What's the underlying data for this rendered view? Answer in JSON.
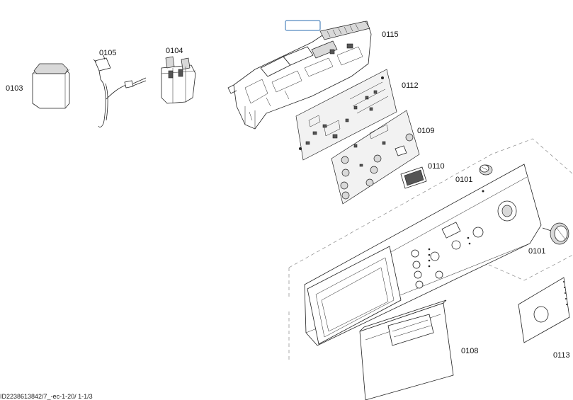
{
  "parts": [
    {
      "id": "0103",
      "label": "0103"
    },
    {
      "id": "0105",
      "label": "0105"
    },
    {
      "id": "0104",
      "label": "0104"
    },
    {
      "id": "0115",
      "label": "0115"
    },
    {
      "id": "0112",
      "label": "0112"
    },
    {
      "id": "0109",
      "label": "0109"
    },
    {
      "id": "0110",
      "label": "0110"
    },
    {
      "id": "0101a",
      "label": "0101"
    },
    {
      "id": "0101b",
      "label": "0101"
    },
    {
      "id": "0108",
      "label": "0108"
    },
    {
      "id": "0113",
      "label": "0113"
    }
  ],
  "footer": {
    "code": "ID2238613842/7_-ec-1-20/ 1-1/3"
  },
  "colors": {
    "line": "#222222",
    "hotspot": "#2b6cb0",
    "dashed": "#888888"
  }
}
